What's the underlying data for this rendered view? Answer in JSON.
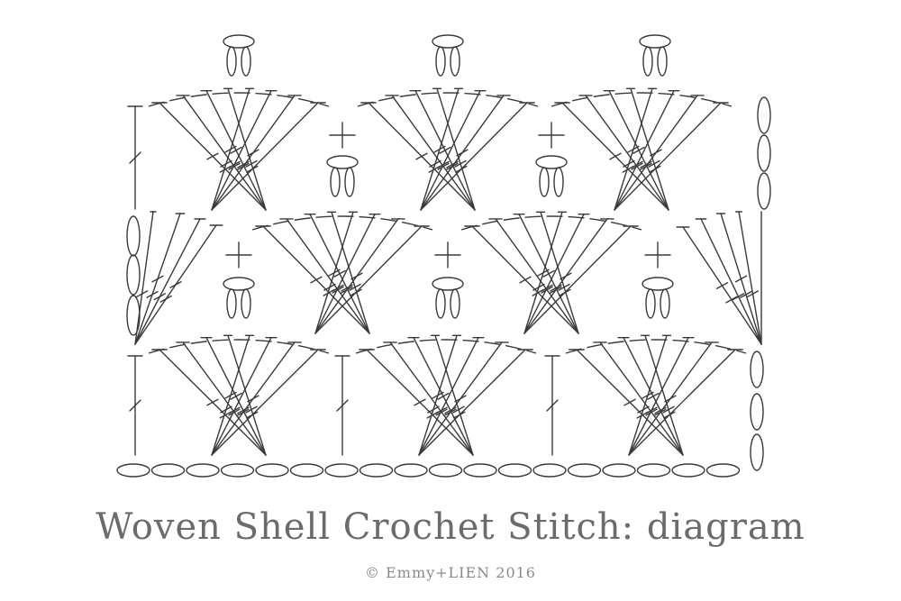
{
  "title": "Woven Shell Crochet Stitch: diagram",
  "credit": "© Emmy+LIEN  2016",
  "stroke_color": "#3a3a3a",
  "legend": {
    "chain": "oval",
    "single_crochet": "plus",
    "double_crochet": "crossbar-t",
    "treble_crochet": "double-crossbar-t",
    "chain_loop": "stacked-ovals"
  }
}
